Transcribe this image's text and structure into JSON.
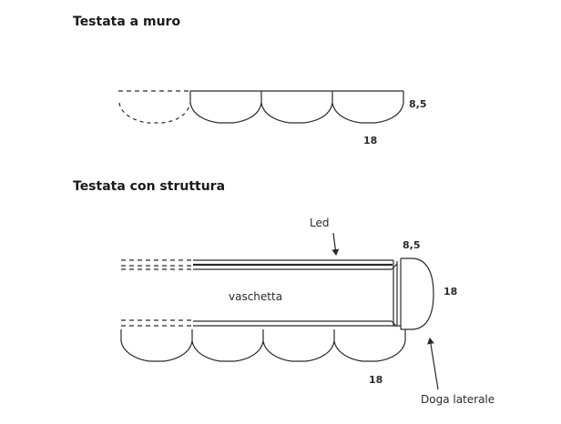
{
  "diagram_1": {
    "title": "Testata a muro",
    "height_label": "8,5",
    "width_label": "18"
  },
  "diagram_2": {
    "title": "Testata con struttura",
    "led_label": "Led",
    "height_label": "8,5",
    "tray_label": "vaschetta",
    "depth_label": "18",
    "width_label": "18",
    "side_slat_label": "Doga laterale"
  },
  "colors": {
    "stroke": "#2a2a2a",
    "text": "#1a1a1a",
    "background": "#ffffff"
  }
}
